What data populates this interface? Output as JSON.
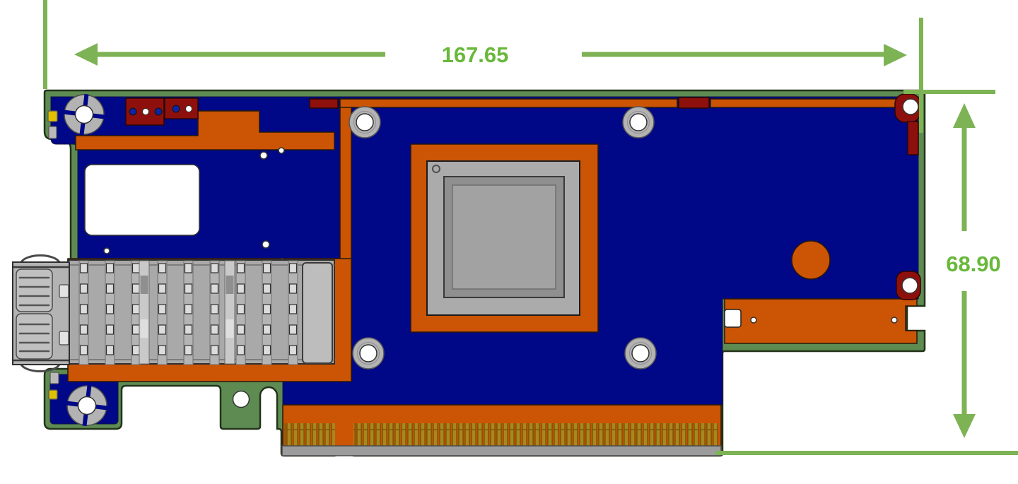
{
  "drawing": {
    "dimensions": {
      "width_label": "167.65",
      "width_value": 167.65,
      "height_label": "68.90",
      "height_value": 68.9
    }
  },
  "colors": {
    "dimension_green": "#7db354",
    "dimension_text": "#69b83b",
    "board_edge_green": "#5e8b52",
    "board_outline": "#22331a",
    "solder_mask_blue": "#000887",
    "copper_orange": "#cc5405",
    "component_dark_red": "#8e100d",
    "metal_gray": "#a9a9a9",
    "gold_finger": "#a8871e"
  }
}
